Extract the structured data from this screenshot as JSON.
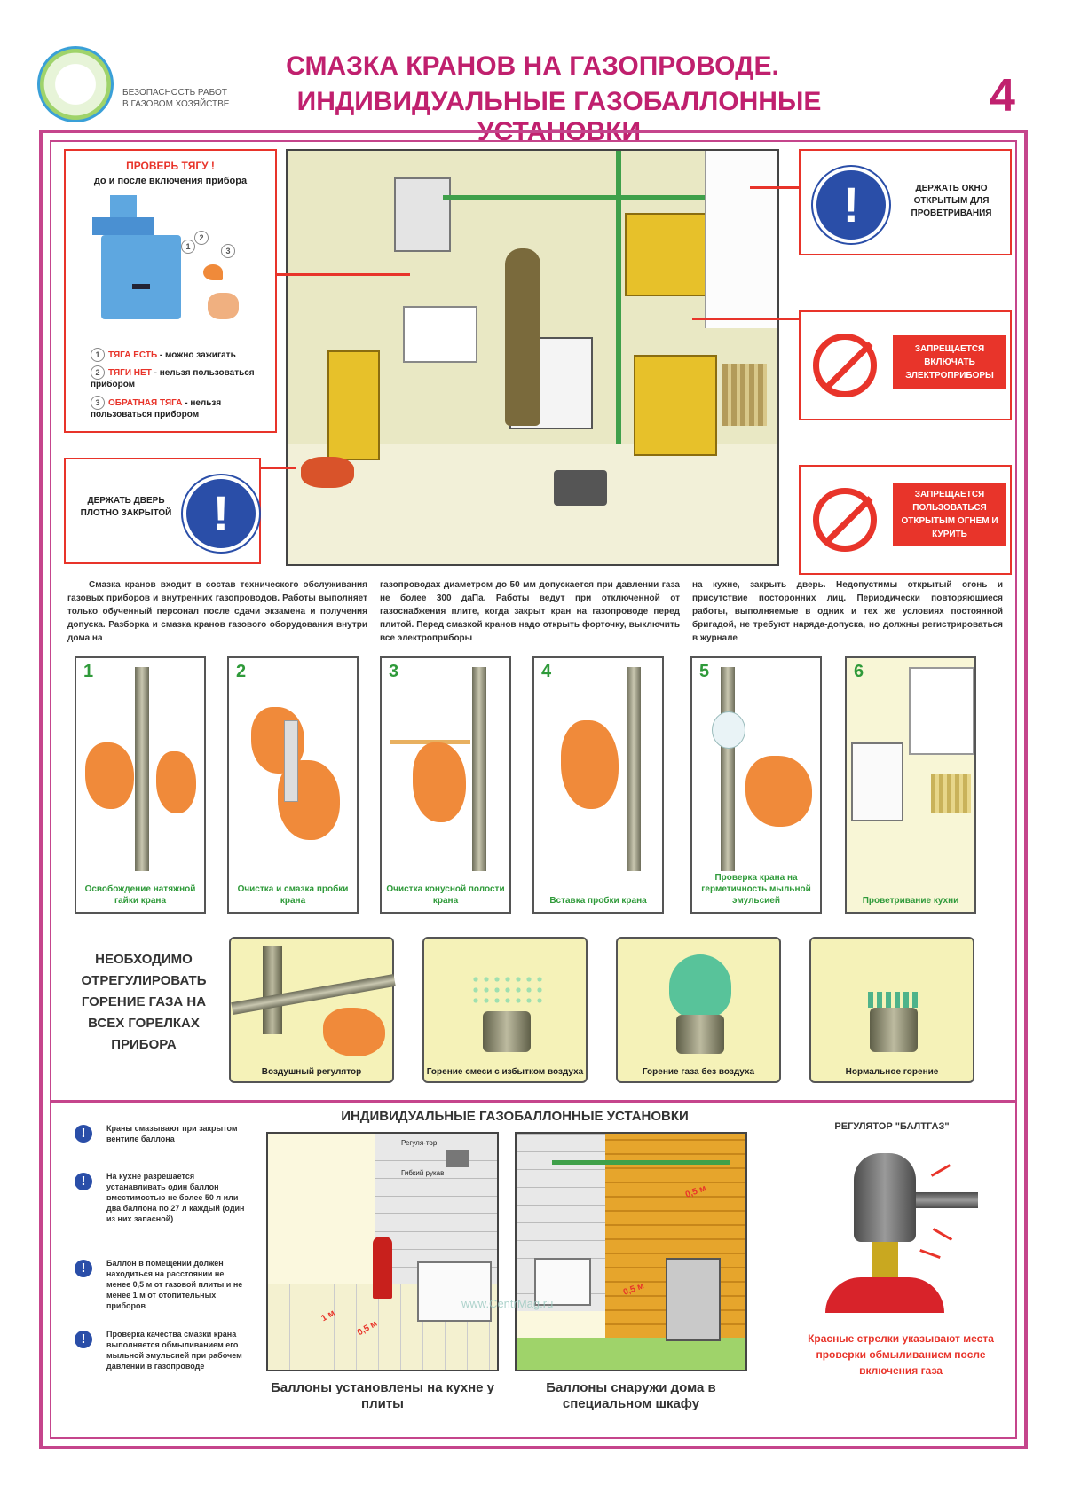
{
  "header": {
    "org_line1": "Безопасность работ",
    "org_line2": "в газовом хозяйстве",
    "title_line1": "СМАЗКА КРАНОВ НА ГАЗОПРОВОДЕ.",
    "title_line2": "ИНДИВИДУАЛЬНЫЕ ГАЗОБАЛЛОННЫЕ УСТАНОВКИ",
    "page_number": "4"
  },
  "draft_check": {
    "title": "ПРОВЕРЬ ТЯГУ !",
    "subtitle": "до и после включения прибора",
    "callouts": [
      "1",
      "2",
      "3"
    ],
    "items": [
      {
        "num": "1",
        "label": "ТЯГА ЕСТЬ",
        "text": " - можно зажигать"
      },
      {
        "num": "2",
        "label": "ТЯГИ НЕТ",
        "text": " - нельзя пользоваться прибором"
      },
      {
        "num": "3",
        "label": "ОБРАТНАЯ ТЯГА",
        "text": " - нельзя пользоваться прибором"
      }
    ]
  },
  "signs": {
    "window": "ДЕРЖАТЬ ОКНО ОТКРЫТЫМ ДЛЯ ПРОВЕТРИВАНИЯ",
    "door": "ДЕРЖАТЬ ДВЕРЬ ПЛОТНО ЗАКРЫТОЙ",
    "no_electric": "ЗАПРЕЩАЕТСЯ ВКЛЮЧАТЬ ЭЛЕКТРОПРИБОРЫ",
    "no_fire": "ЗАПРЕЩАЕТСЯ ПОЛЬЗОВАТЬСЯ ОТКРЫТЫМ ОГНЕМ И КУРИТЬ"
  },
  "body_text": {
    "col1": "Смазка кранов входит в состав технического обслуживания газовых приборов и внутренних газопроводов. Работы выполняет только обученный персонал после сдачи экзамена и получения допуска. Разборка и смазка кранов газового оборудования внутри дома на",
    "col2": "газопроводах диаметром до 50 мм допускается при давлении газа не более 300 даПа. Работы ведут при отключенной от газоснабжения плите, когда закрыт кран на газопроводе перед плитой. Перед смазкой кранов надо открыть форточку, выключить все электроприборы",
    "col3": "на кухне, закрыть дверь. Недопустимы открытый огонь и присутствие посторонних лиц. Периодически повторяющиеся работы, выполняемые в одних и тех же условиях постоянной бригадой, не требуют наряда-допуска, но должны регистрироваться в журнале"
  },
  "steps": [
    {
      "num": "1",
      "caption": "Освобождение натяжной гайки крана"
    },
    {
      "num": "2",
      "caption": "Очистка и смазка пробки крана"
    },
    {
      "num": "3",
      "caption": "Очистка конусной полости крана"
    },
    {
      "num": "4",
      "caption": "Вставка пробки крана"
    },
    {
      "num": "5",
      "caption": "Проверка крана на герметичность мыльной эмульсией"
    },
    {
      "num": "6",
      "caption": "Проветривание кухни"
    }
  ],
  "burning": {
    "note": "НЕОБХОДИМО ОТРЕГУЛИРОВАТЬ ГОРЕНИЕ ГАЗА НА ВСЕХ ГОРЕЛКАХ ПРИБОРА",
    "panels": [
      {
        "caption": "Воздушный регулятор"
      },
      {
        "caption": "Горение смеси с избытком воздуха"
      },
      {
        "caption": "Горение газа без воздуха"
      },
      {
        "caption": "Нормальное горение"
      }
    ]
  },
  "cylinders": {
    "section_title": "ИНДИВИДУАЛЬНЫЕ ГАЗОБАЛЛОННЫЕ УСТАНОВКИ",
    "bullets": [
      "Краны смазывают при закрытом вентиле баллона",
      "На кухне разрешается устанавливать один баллон вместимостью не более 50 л или два баллона по 27 л каждый (один из них запасной)",
      "Баллон в помещении должен находиться на расстоянии не менее 0,5 м от газовой плиты и не менее 1 м от отопительных приборов",
      "Проверка качества смазки крана выполняется обмыливанием его мыльной эмульсией при рабочем давлении в газопроводе"
    ],
    "scene1": {
      "caption": "Баллоны установлены на кухне у плиты",
      "label_regulator": "Регуля-тор",
      "label_hose": "Гибкий рукав",
      "dim1": "1 м",
      "dim2": "0,5 м"
    },
    "scene2": {
      "caption": "Баллоны снаружи дома в специальном шкафу",
      "dim1": "0,5 м",
      "dim2": "0,5 м"
    },
    "regulator": {
      "title": "РЕГУЛЯТОР \"БАЛТГАЗ\"",
      "note": "Красные стрелки указывают места проверки обмыливанием после включения газа"
    },
    "watermark": "www.CentrMag.ru"
  }
}
